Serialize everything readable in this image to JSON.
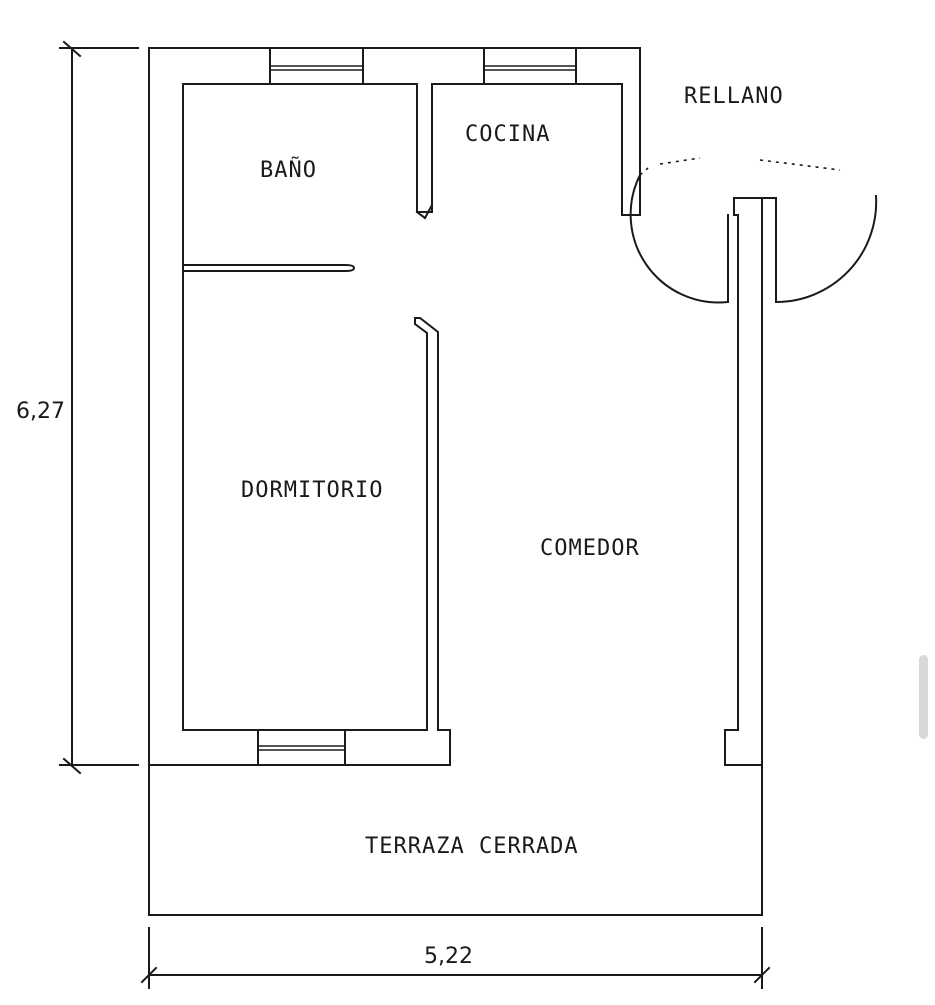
{
  "rooms": {
    "bano": "BAÑO",
    "cocina": "COCINA",
    "rellano": "RELLANO",
    "dormitorio": "DORMITORIO",
    "comedor": "COMEDOR",
    "terraza": "TERRAZA CERRADA"
  },
  "dimensions": {
    "height": "6,27",
    "width": "5,22"
  }
}
